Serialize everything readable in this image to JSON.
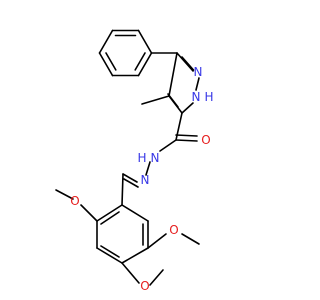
{
  "molecule": {
    "colors": {
      "bond": "#000000",
      "nitrogen": "#3838e6",
      "oxygen": "#e61e1e"
    },
    "labels": {
      "n_pyrazole_top": "N",
      "nh_pyrazole": "N",
      "h_pyrazole": "H",
      "o_carbonyl": "O",
      "nh_hydrazide": "N",
      "h_hydrazide": "H",
      "n_imine": "N",
      "o_methoxy_1": "O",
      "o_methoxy_2": "O",
      "o_methoxy_3": "O"
    }
  }
}
